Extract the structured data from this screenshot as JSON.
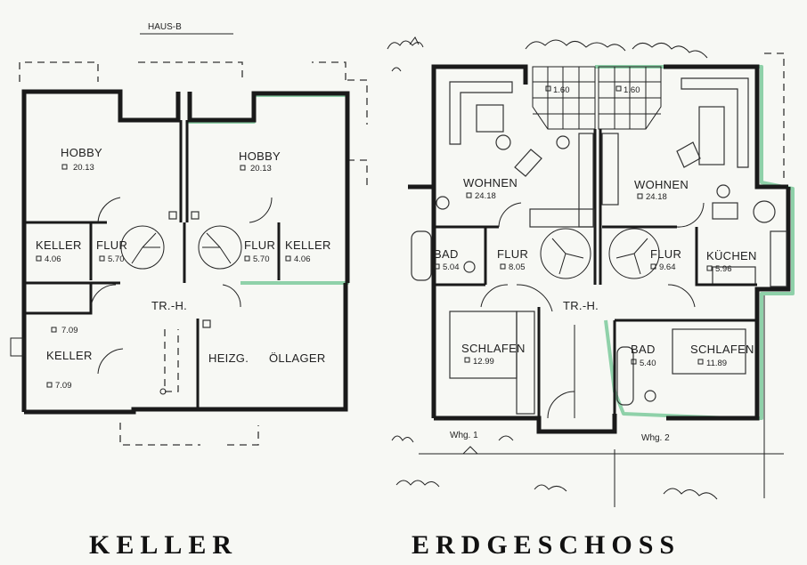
{
  "header": {
    "house": "HAUS-B"
  },
  "floors": {
    "keller": {
      "title": "KELLER",
      "rooms": [
        {
          "name": "HOBBY",
          "area": "20.13"
        },
        {
          "name": "HOBBY",
          "area": "20.13"
        },
        {
          "name": "KELLER",
          "area": "4.06"
        },
        {
          "name": "FLUR",
          "area": "5.70"
        },
        {
          "name": "FLUR",
          "area": "5.70"
        },
        {
          "name": "KELLER",
          "area": "4.06"
        },
        {
          "name": "",
          "area": "7.09"
        },
        {
          "name": "KELLER",
          "area": "7.09"
        },
        {
          "name": "TR.-H.",
          "area": ""
        },
        {
          "name": "HEIZG.",
          "area": ""
        },
        {
          "name": "ÖLLAGER",
          "area": ""
        }
      ]
    },
    "erdgeschoss": {
      "title": "ERDGESCHOSS",
      "rooms": [
        {
          "name": "",
          "area": "1.60"
        },
        {
          "name": "",
          "area": "1.60"
        },
        {
          "name": "WOHNEN",
          "area": "24.18"
        },
        {
          "name": "WOHNEN",
          "area": "24.18"
        },
        {
          "name": "BAD",
          "area": "5.04"
        },
        {
          "name": "FLUR",
          "area": "8.05"
        },
        {
          "name": "FLUR",
          "area": "9.64"
        },
        {
          "name": "KÜCHEN",
          "area": "5.96"
        },
        {
          "name": "TR.-H.",
          "area": ""
        },
        {
          "name": "SCHLAFEN",
          "area": "12.99"
        },
        {
          "name": "BAD",
          "area": "5.40"
        },
        {
          "name": "SCHLAFEN",
          "area": "11.89"
        }
      ],
      "units": [
        "Whg. 1",
        "Whg. 2"
      ]
    }
  },
  "colors": {
    "highlight": "#8fd1a9",
    "ink": "#1a1a1a",
    "paper": "#f7f8f4"
  }
}
